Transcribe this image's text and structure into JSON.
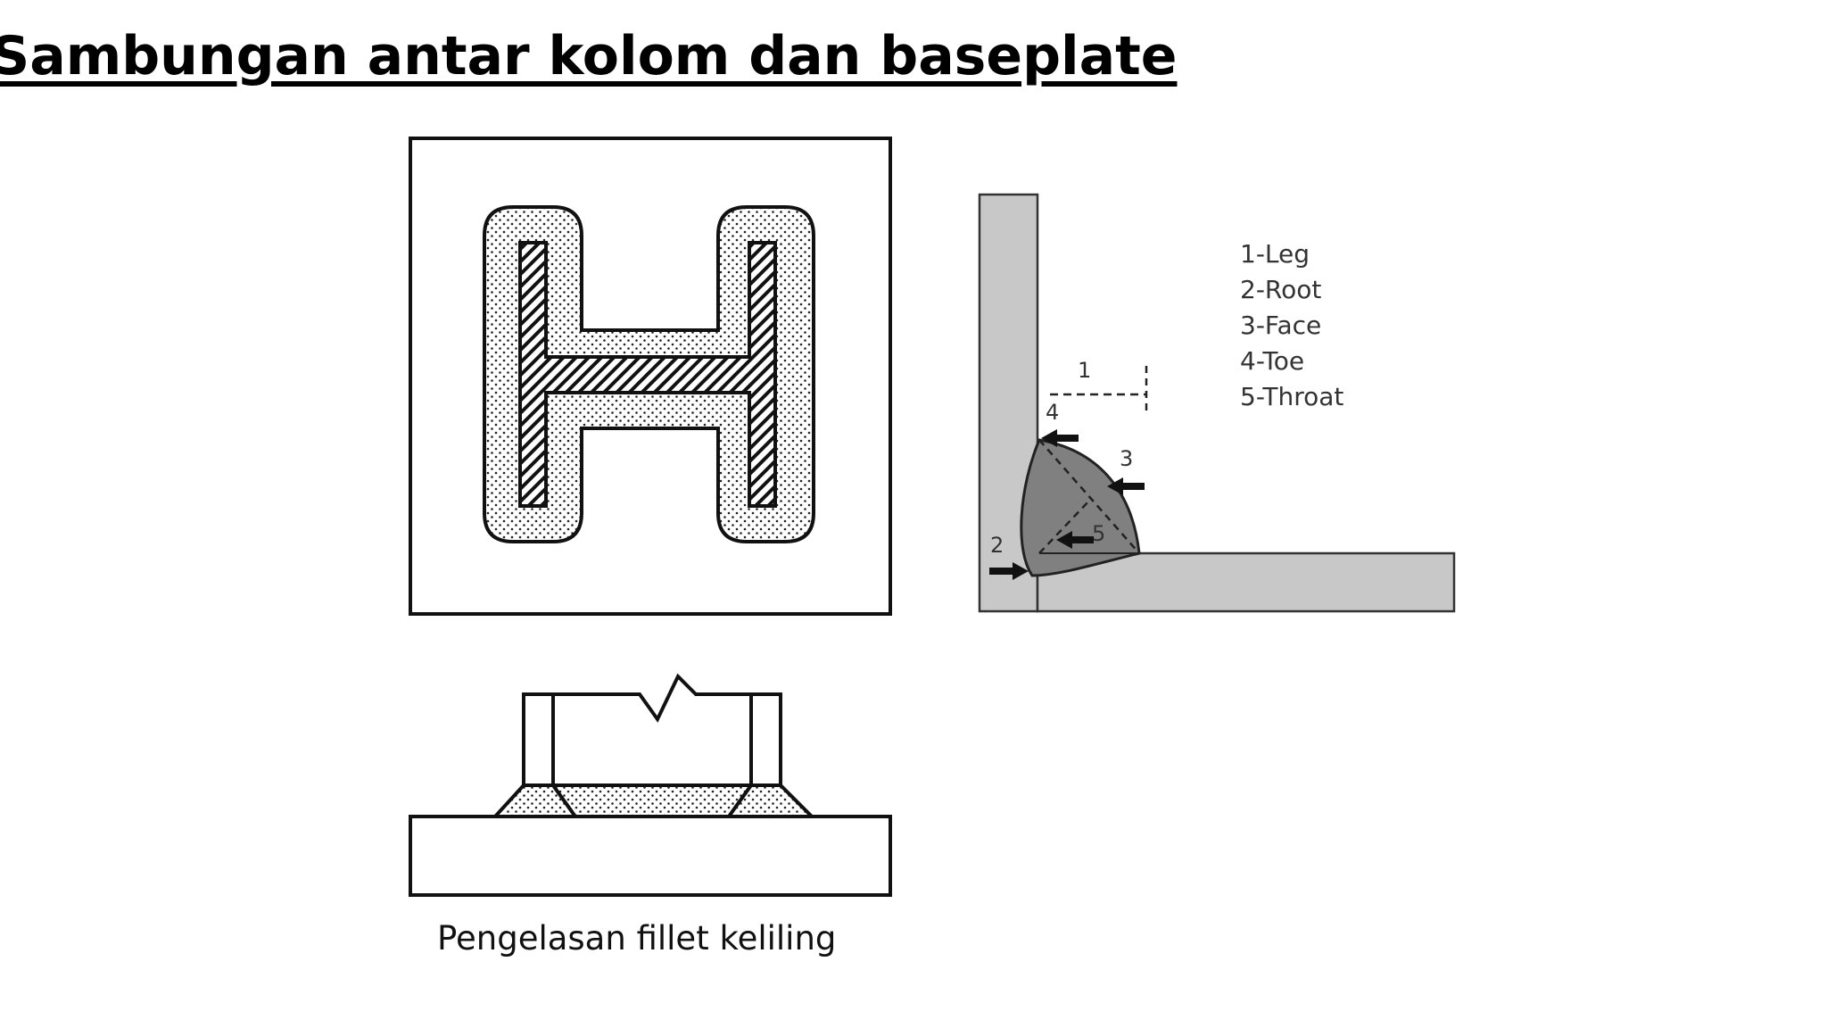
{
  "slide": {
    "title": "Sambungan antar kolom dan baseplate",
    "caption": "Pengelasan fillet keliling"
  },
  "weld_detail": {
    "legend": [
      "1-Leg",
      "2-Root",
      "3-Face",
      "4-Toe",
      "5-Throat"
    ],
    "markers": {
      "leg": "1",
      "root": "2",
      "face": "3",
      "toe": "4",
      "throat": "5"
    }
  },
  "colors": {
    "plate": "#c8c8c8",
    "weld": "#808080",
    "line": "#111111"
  }
}
